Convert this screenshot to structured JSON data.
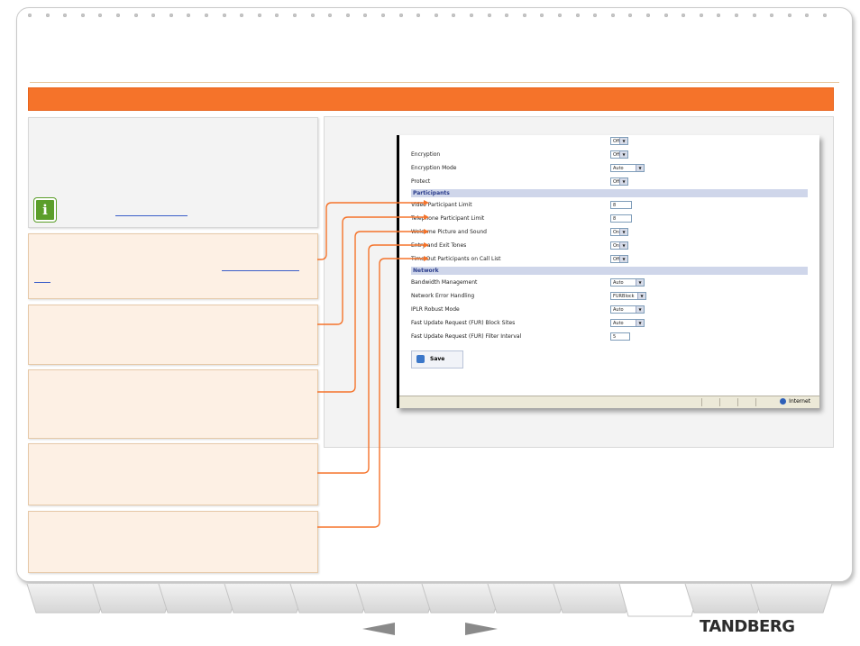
{
  "brand": {
    "name": "TANDBERG"
  },
  "colors": {
    "accent": "#f5732a",
    "link": "#3a5ec9",
    "info": "#5b9e2a",
    "section": "#cfd6ea"
  },
  "info_card": {
    "icon": "info-icon"
  },
  "settings": {
    "rows_top": [
      {
        "label": "",
        "value": "Off"
      },
      {
        "label": "Encryption",
        "value": "Off"
      },
      {
        "label": "Encryption Mode",
        "value": "Auto"
      },
      {
        "label": "Protect",
        "value": "Off"
      }
    ],
    "participants_header": "Participants",
    "participants_rows": [
      {
        "label": "Video Participant Limit",
        "value": "8"
      },
      {
        "label": "Telephone Participant Limit",
        "value": "8"
      },
      {
        "label": "Welcome Picture and Sound",
        "value": "On"
      },
      {
        "label": "Entry and Exit Tones",
        "value": "On"
      },
      {
        "label": "Time Out Participants on Call List",
        "value": "Off"
      }
    ],
    "network_header": "Network",
    "network_rows": [
      {
        "label": "Bandwidth Management",
        "value": "Auto"
      },
      {
        "label": "Network Error Handling",
        "value": "FURBlock"
      },
      {
        "label": "IPLR Robust Mode",
        "value": "Auto"
      },
      {
        "label": "Fast Update Request (FUR) Block Sites",
        "value": "Auto"
      },
      {
        "label": "Fast Update Request (FUR) Filter Interval",
        "value": "5"
      }
    ],
    "save_label": "Save"
  },
  "statusbar": {
    "zone": "Internet"
  },
  "nav": {
    "prev_icon": "left-arrow-icon",
    "next_icon": "right-arrow-icon"
  }
}
